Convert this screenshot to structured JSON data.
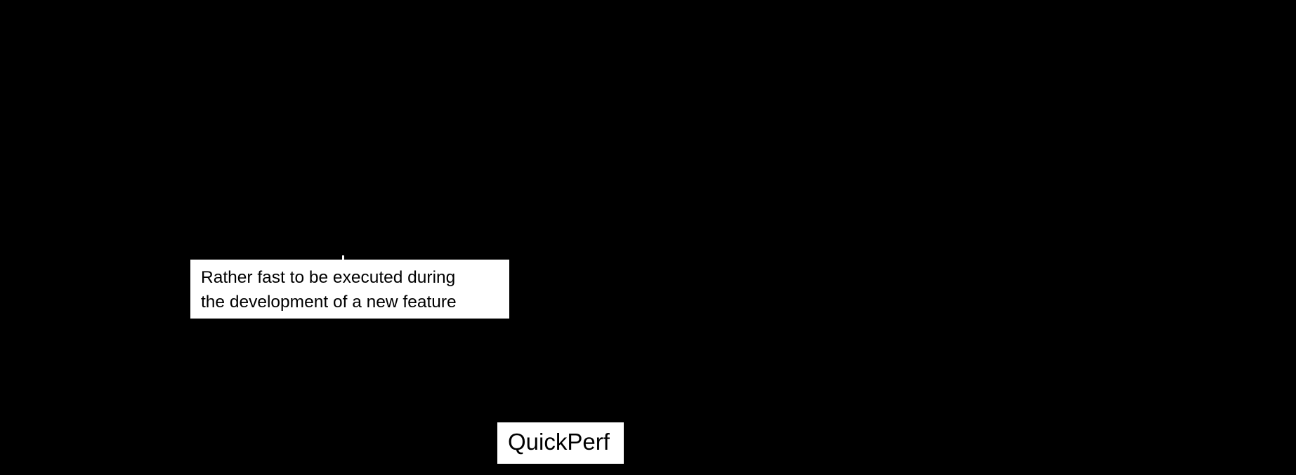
{
  "diagram": {
    "background_color": "#000000",
    "box_color": "#ffffff",
    "text_color": "#000000",
    "description_box": {
      "lines": [
        "Rather fast to be executed during",
        "the development of a new feature"
      ]
    },
    "tool_box": {
      "label": "QuickPerf"
    }
  }
}
